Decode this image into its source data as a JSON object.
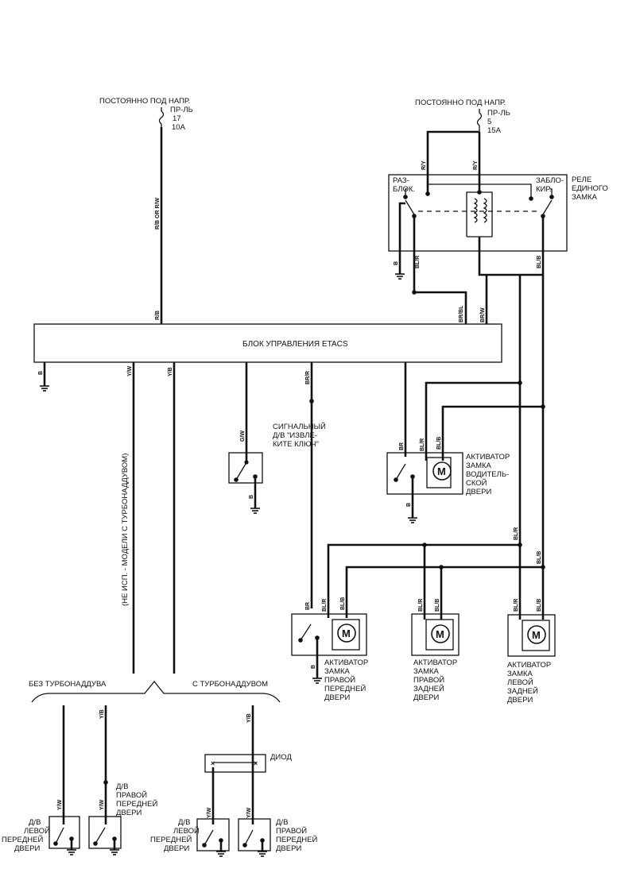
{
  "labels": {
    "const_power_1": "ПОСТОЯННО ПОД НАПР.",
    "fuse1_name": "ПР-ЛЬ",
    "fuse1_num": "17",
    "fuse1_amp": "10A",
    "const_power_2": "ПОСТОЯННО ПОД НАПР.",
    "fuse2_name": "ПР-ЛЬ",
    "fuse2_num": "5",
    "fuse2_amp": "15A",
    "relay_l1": "РЕЛЕ",
    "relay_l2": "ЕДИНОГО",
    "relay_l3": "ЗАМКА",
    "unlock_l1": "РАЗ-",
    "unlock_l2": "БЛОК.",
    "lock_l1": "ЗАБЛО-",
    "lock_l2": "КИР.",
    "etacs": "БЛОК УПРАВЛЕНИЯ ETACS",
    "key_l1": "СИГНАЛЬНЫЙ",
    "key_l2": "Д/В \"ИЗВЛЕ-",
    "key_l3": "КИТЕ КЛЮЧ\"",
    "drv_l1": "АКТИВАТОР",
    "drv_l2": "ЗАМКА",
    "drv_l3": "ВОДИТЕЛЬ-",
    "drv_l4": "СКОЙ",
    "drv_l5": "ДВЕРИ",
    "rf_l1": "АКТИВАТОР",
    "rf_l2": "ЗАМКА",
    "rf_l3": "ПРАВОЙ",
    "rf_l4": "ПЕРЕДНЕЙ",
    "rf_l5": "ДВЕРИ",
    "rr_l1": "АКТИВАТОР",
    "rr_l2": "ЗАМКА",
    "rr_l3": "ПРАВОЙ",
    "rr_l4": "ЗАДНЕЙ",
    "rr_l5": "ДВЕРИ",
    "lr_l1": "АКТИВАТОР",
    "lr_l2": "ЗАМКА",
    "lr_l3": "ЛЕВОЙ",
    "lr_l4": "ЗАДНЕЙ",
    "lr_l5": "ДВЕРИ",
    "turbo_note": "(НЕ ИСП. - МОДЕЛИ С ТУРБОНАДДУВОМ)",
    "no_turbo": "БЕЗ ТУРБОНАДДУВА",
    "with_turbo": "С ТУРБОНАДДУВОМ",
    "diode": "ДИОД",
    "rfs_l1": "Д/В",
    "rfs_l2": "ПРАВОЙ",
    "rfs_l3": "ПЕРЕДНЕЙ",
    "rfs_l4": "ДВЕРИ",
    "lfs1_l1": "Д/В",
    "lfs1_l2": "ЛЕВОЙ",
    "lfs1_l3": "ПЕРЕДНЕЙ",
    "lfs1_l4": "ДВЕРИ",
    "lfs2_l1": "Д/В",
    "lfs2_l2": "ЛЕВОЙ",
    "lfs2_l3": "ПЕРЕДНЕЙ",
    "lfs2_l4": "ДВЕРИ",
    "rfs2_l1": "Д/В",
    "rfs2_l2": "ПРАВОЙ",
    "rfs2_l3": "ПЕРЕДНЕЙ",
    "rfs2_l4": "ДВЕРИ",
    "motor": "M"
  },
  "wires": {
    "rb_or_rw": "R/B OR R/W",
    "rb": "R/B",
    "ry1": "R/Y",
    "ry2": "R/Y",
    "b_relay": "B",
    "blr_relay": "BL/R",
    "blb_relay": "BL/B",
    "brbl": "BR/BL",
    "brw": "BR/W",
    "b_etacs": "B",
    "yw_etacs": "Y/W",
    "yb_etacs": "Y/B",
    "gw": "G/W",
    "b_key": "B",
    "brr": "BR/R",
    "br_drv": "BR",
    "blr_drv": "BL/R",
    "blb_drv": "BL/B",
    "b_drv": "B",
    "blr_trunk": "BL/R",
    "blb_trunk": "BL/B",
    "br_rf": "BR",
    "blr_rf": "BL/R",
    "blb_rf": "BL/B",
    "b_rf": "B",
    "blr_rr": "BL/R",
    "blb_rr": "BL/B",
    "blr_lr": "BL/R",
    "blb_lr": "BL/B",
    "yb_rfs": "Y/B",
    "yw_lfs1": "Y/W",
    "yw_rfs": "Y/W",
    "yb_diode": "Y/B",
    "yw_lfs2": "Y/W",
    "yw_rfs2": "Y/W"
  }
}
